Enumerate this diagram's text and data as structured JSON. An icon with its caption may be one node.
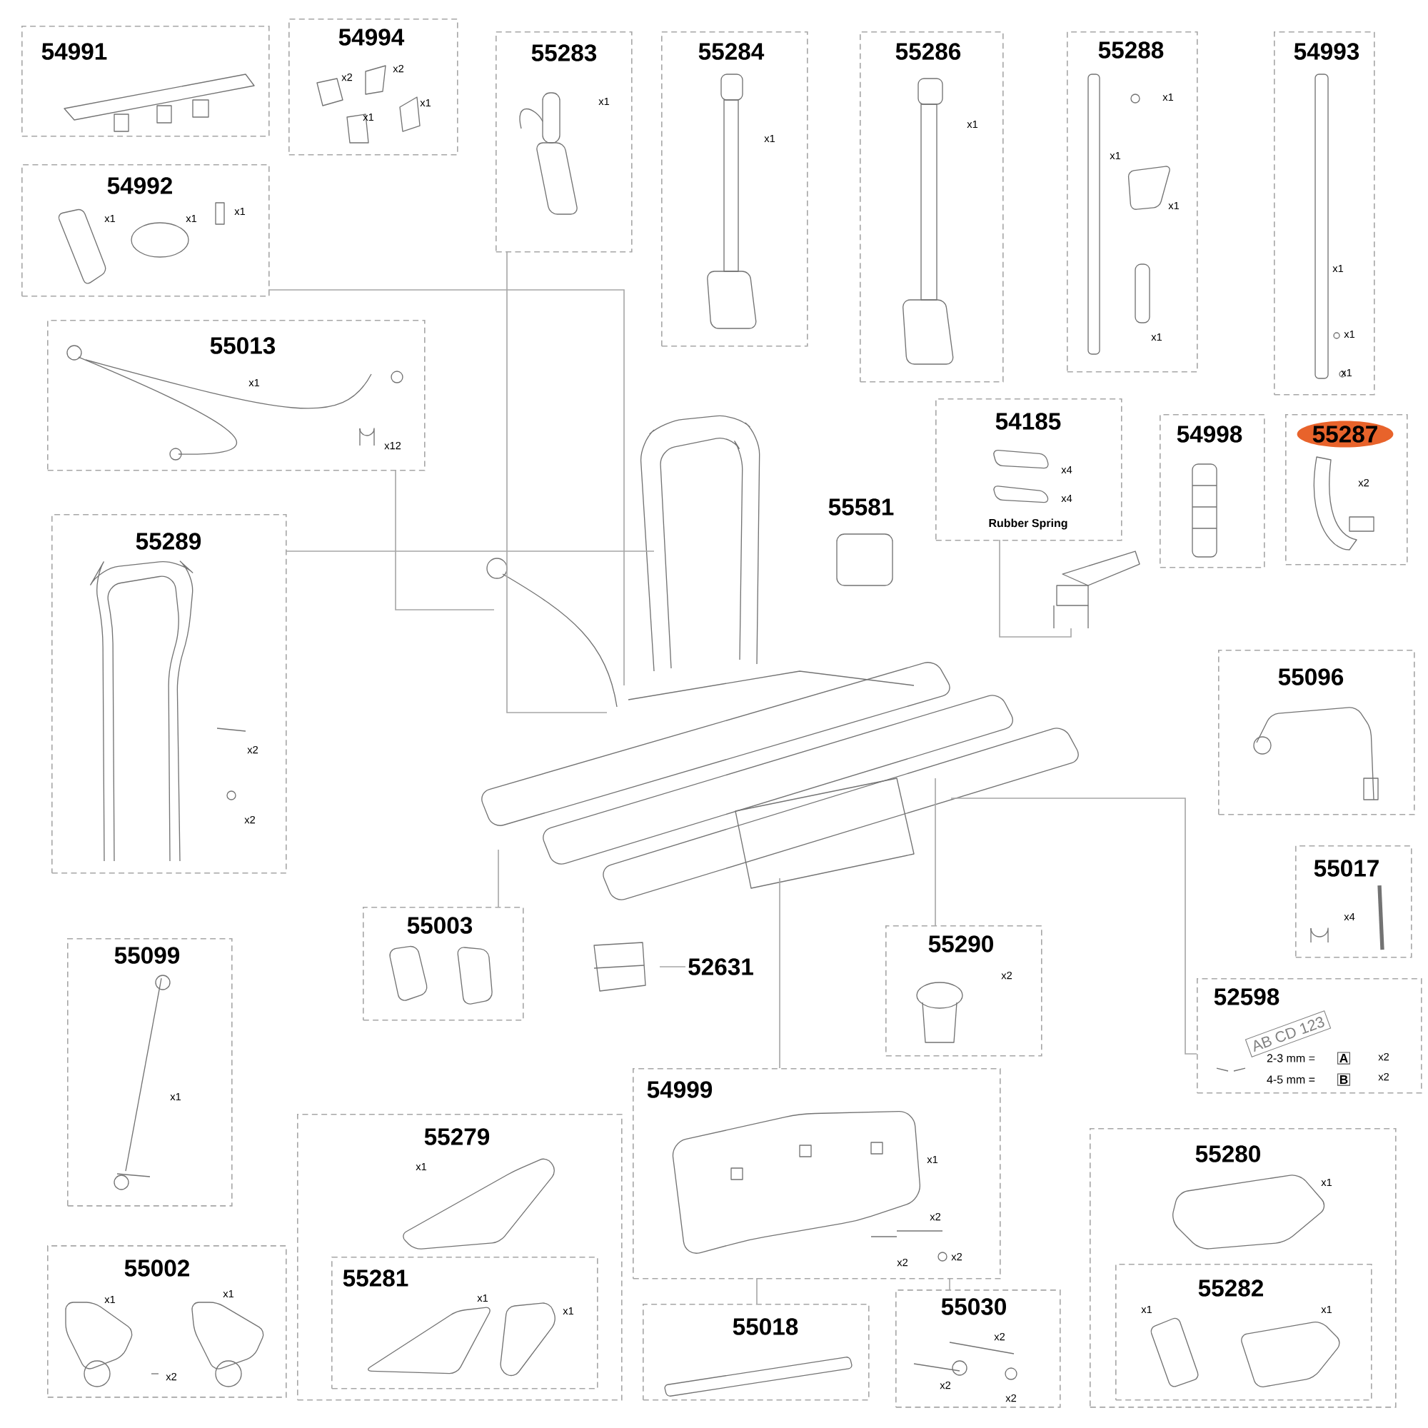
{
  "diagram": {
    "nodes": [
      {
        "text": [
          "54991"
        ]
      },
      {
        "text": [
          "54994",
          "x2",
          "x2",
          "x1",
          "x1"
        ]
      },
      {
        "text": [
          "54992",
          "x1",
          "x1",
          "x1"
        ]
      },
      {
        "text": [
          "55013",
          "x1",
          "x12"
        ]
      },
      {
        "text": [
          "55283",
          "x1"
        ]
      },
      {
        "text": [
          "55284",
          "x1"
        ]
      },
      {
        "text": [
          "55286",
          "x1"
        ]
      },
      {
        "text": [
          "55288",
          "x1",
          "x1",
          "x1",
          "x1"
        ]
      },
      {
        "text": [
          "54993",
          "x1",
          "x1",
          "x1"
        ]
      },
      {
        "text": [
          "54185",
          "x4",
          "x4",
          "Rubber Spring"
        ]
      },
      {
        "text": [
          "54998"
        ]
      },
      {
        "text": [
          "55287",
          "x2"
        ]
      },
      {
        "text": [
          "55289",
          "x2",
          "x2"
        ]
      },
      {
        "text": [
          "55099",
          "x1"
        ]
      },
      {
        "text": [
          "55003"
        ]
      },
      {
        "text": [
          "52631"
        ]
      },
      {
        "text": [],
        "shape": "picture"
      },
      {
        "text": [
          "55290",
          "x2"
        ]
      },
      {
        "text": [
          "52598",
          "AB CD 123",
          "2-3 mm =",
          "A",
          "x2",
          "4-5 mm =",
          "B",
          "x2"
        ]
      },
      {
        "text": [
          "55096"
        ]
      },
      {
        "text": [
          "55017",
          "x4"
        ]
      },
      {
        "text": [
          "54999",
          "x1",
          "x2",
          "x2",
          "x2"
        ]
      },
      {
        "text": [
          "55018"
        ]
      },
      {
        "text": [
          "55030",
          "x2",
          "x2",
          "x2"
        ]
      },
      {
        "text": [
          "55279",
          "x1"
        ]
      },
      {
        "text": [
          "55281",
          "x1",
          "x1"
        ],
        "in": 24
      },
      {
        "text": [
          "55002",
          "x1",
          "x1",
          "x2"
        ]
      },
      {
        "text": [
          "55280",
          "x1"
        ]
      },
      {
        "text": [
          "55282",
          "x1",
          "x1"
        ],
        "in": 27
      },
      {
        "text": [],
        "shape": "picture"
      },
      {
        "text": [],
        "shape": "picture"
      }
    ],
    "edges": [
      {
        "from": 2,
        "to": 29,
        "arrow": "none"
      },
      {
        "from": 3,
        "to": 29,
        "arrow": "none"
      },
      {
        "from": 4,
        "to": 29,
        "arrow": "none"
      },
      {
        "from": 12,
        "to": 29,
        "arrow": "none"
      },
      {
        "from": 14,
        "to": 29,
        "arrow": "none"
      },
      {
        "from": 15,
        "to": 16,
        "arrow": "none"
      },
      {
        "from": 17,
        "to": 29,
        "arrow": "none"
      },
      {
        "from": 18,
        "to": 29,
        "arrow": "none"
      },
      {
        "from": 21,
        "to": 29,
        "arrow": "none"
      },
      {
        "from": 9,
        "to": 30,
        "arrow": "none"
      },
      {
        "from": 21,
        "to": 22,
        "arrow": "none"
      },
      {
        "from": 21,
        "to": 23,
        "arrow": "none"
      }
    ],
    "labels": [
      "55581"
    ]
  }
}
